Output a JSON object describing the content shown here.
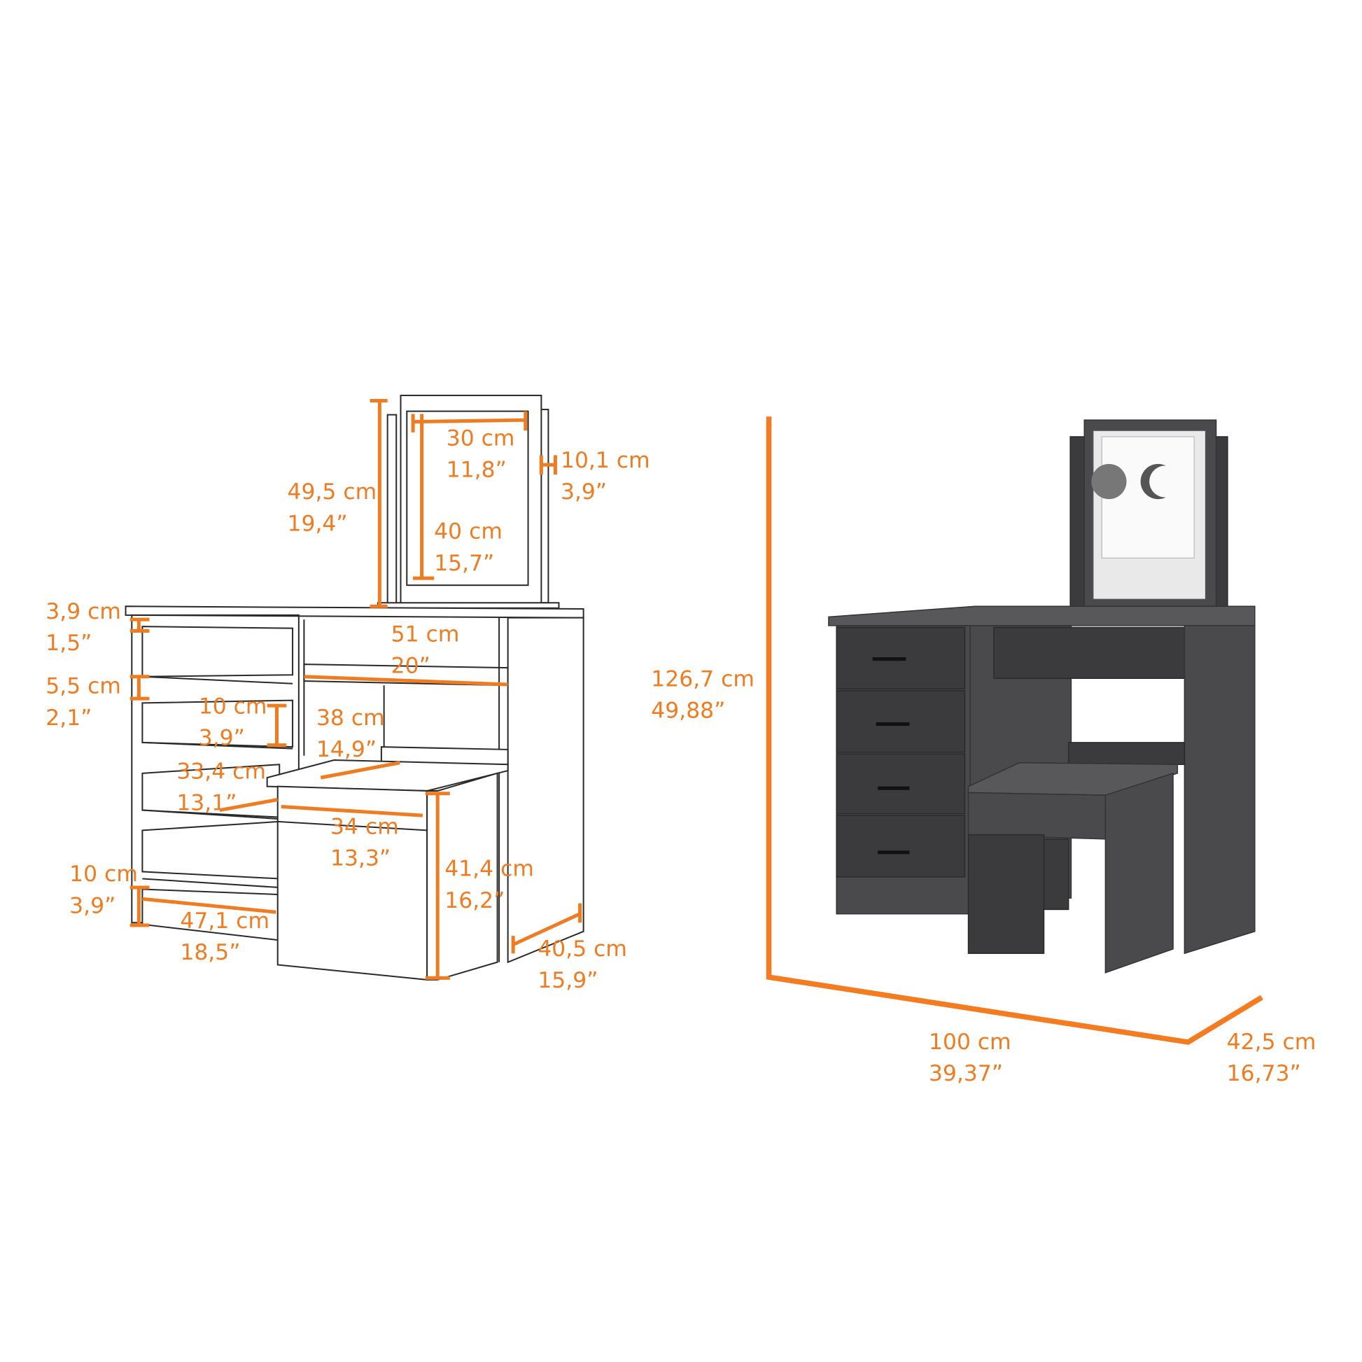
{
  "colors": {
    "dimension": "#F07C22",
    "furniture": "#4a4a4c"
  },
  "left_diagram": {
    "mirror_total_height": {
      "cm": "49,5 cm",
      "in": "19,4”"
    },
    "mirror_width": {
      "cm": "30 cm",
      "in": "11,8”"
    },
    "mirror_height": {
      "cm": "40 cm",
      "in": "15,7”"
    },
    "mirror_frame_depth": {
      "cm": "10,1 cm",
      "in": "3,9”"
    },
    "top_thickness": {
      "cm": "3,9 cm",
      "in": "1,5”"
    },
    "drawer_gap": {
      "cm": "5,5 cm",
      "in": "2,1”"
    },
    "drawer_height": {
      "cm": "10 cm",
      "in": "3,9”"
    },
    "knee_width": {
      "cm": "51 cm",
      "in": "20”"
    },
    "stool_depth": {
      "cm": "38 cm",
      "in": "14,9”"
    },
    "drawer_depth": {
      "cm": "33,4 cm",
      "in": "13,1”"
    },
    "stool_width": {
      "cm": "34 cm",
      "in": "13,3”"
    },
    "stool_height": {
      "cm": "41,4 cm",
      "in": "16,2”"
    },
    "base_height": {
      "cm": "10 cm",
      "in": "3,9”"
    },
    "drawer_width": {
      "cm": "47,1 cm",
      "in": "18,5”"
    },
    "side_depth": {
      "cm": "40,5 cm",
      "in": "15,9”"
    }
  },
  "right_diagram": {
    "total_height": {
      "cm": "126,7 cm",
      "in": "49,88”"
    },
    "total_width": {
      "cm": "100 cm",
      "in": "39,37”"
    },
    "total_depth": {
      "cm": "42,5 cm",
      "in": "16,73”"
    }
  }
}
